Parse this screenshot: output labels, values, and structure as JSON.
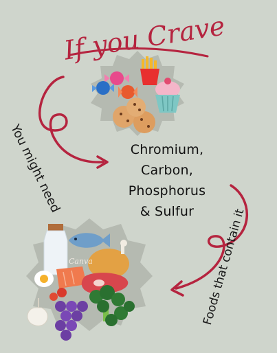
{
  "title": "If you Crave",
  "craving_label": "You might need",
  "nutrients": [
    "Chromium,",
    "Carbon,",
    "Phosphorus",
    "& Sulfur"
  ],
  "foods_label": "Foods that contain it",
  "brand_watermark": "Canva",
  "colors": {
    "background": "#cfd5cc",
    "title": "#b5243f",
    "arrow": "#b5243f",
    "text": "#111111"
  },
  "icons": {
    "top_illustration": "junk-food-cluster",
    "bottom_illustration": "healthy-food-cluster"
  }
}
